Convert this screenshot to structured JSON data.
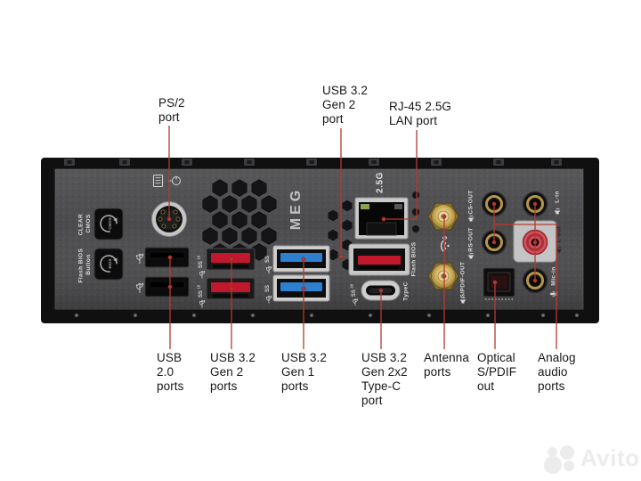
{
  "callouts": {
    "top": [
      {
        "label": "PS/2\nport"
      },
      {
        "label": "USB 3.2\nGen 2\nport"
      },
      {
        "label": "RJ-45 2.5G\nLAN port"
      }
    ],
    "bottom": [
      {
        "label": "USB\n2.0\nports"
      },
      {
        "label": "USB 3.2\nGen 2\nports"
      },
      {
        "label": "USB 3.2\nGen 1\nports"
      },
      {
        "label": "USB 3.2\nGen 2x2\nType-C\nport"
      },
      {
        "label": "Antenna\nports"
      },
      {
        "label": "Optical\nS/PDIF\nout"
      },
      {
        "label": "Analog\naudio\nports"
      }
    ]
  },
  "board": {
    "logo": "MEG",
    "lan_speed_label": "2.5G",
    "clear_cmos": {
      "label_line1": "CLEAR",
      "label_line2": "CMOS",
      "button_text": "CMOS"
    },
    "flash_bios_button": {
      "label_line1": "Flash BIOS",
      "label_line2": "Button",
      "button_text": "BIOS"
    },
    "usb_badges": {
      "ss": "SS",
      "gen2_sup": "10",
      "gen2x2_sup": "20"
    },
    "typec_label": "TypeC",
    "flash_bios_port_label": "Flash BIOS",
    "wifi_label": "6",
    "audio_labels": {
      "cs_out": "CS-OUT",
      "rs_out": "RS-OUT",
      "spdif_out": "S/PDIF-OUT",
      "l_in": "L-in",
      "l_out": "L-out",
      "mic_in": "Mic-in"
    }
  },
  "watermark": {
    "text": "Avito"
  },
  "colors": {
    "callout_red": "#b23a2e",
    "usb_red": "#c1182e",
    "usb_blue": "#2e7fd0",
    "antenna_gold": "#d4b464",
    "plate_gray": "#4c4c4e"
  }
}
